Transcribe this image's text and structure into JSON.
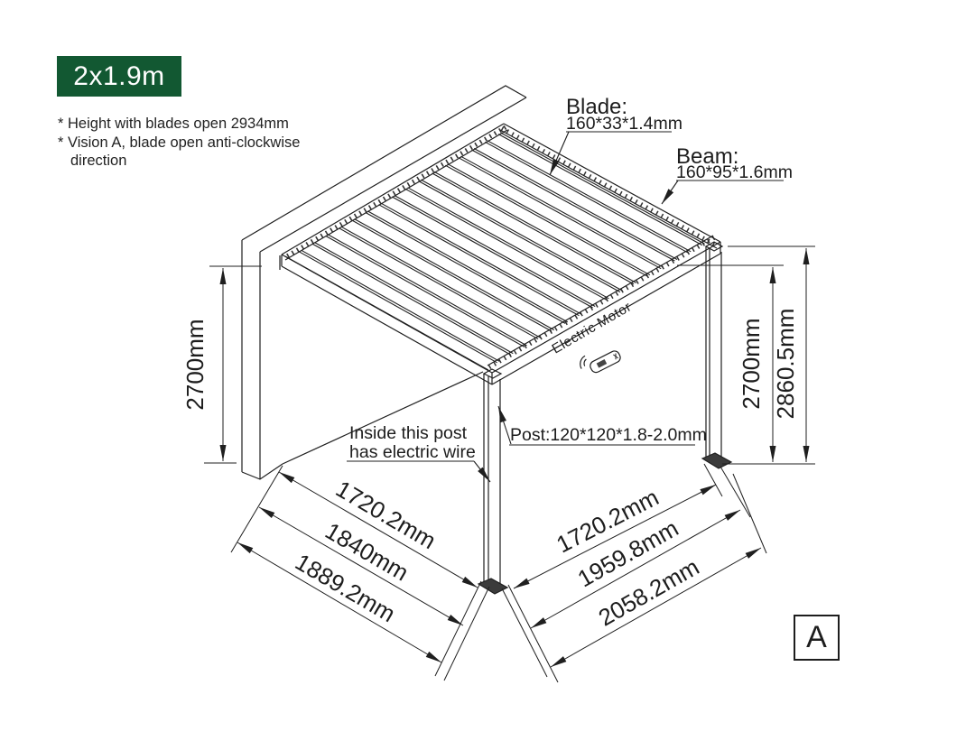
{
  "badge": {
    "label": "2x1.9m"
  },
  "notes": {
    "line1": "* Height with blades open 2934mm",
    "line2": "* Vision A, blade open anti-clockwise",
    "line3": "direction"
  },
  "labels": {
    "blade_title": "Blade:",
    "blade_size": "160*33*1.4mm",
    "beam_title": "Beam:",
    "beam_size": "160*95*1.6mm",
    "post": "Post:120*120*1.8-2.0mm",
    "motor": "Electric Motor",
    "inside_line1": "Inside this post",
    "inside_line2": "has electric wire",
    "view": "A"
  },
  "dimensions": {
    "left_height": "2700mm",
    "right_inner": "2700mm",
    "right_outer": "2860.5mm",
    "bottom_left": [
      "1720.2mm",
      "1840mm",
      "1889.2mm"
    ],
    "bottom_right": [
      "1720.2mm",
      "1959.8mm",
      "2058.2mm"
    ]
  },
  "colors": {
    "badge_bg": "#125832",
    "line": "#1f1f1f",
    "background": "#ffffff"
  }
}
